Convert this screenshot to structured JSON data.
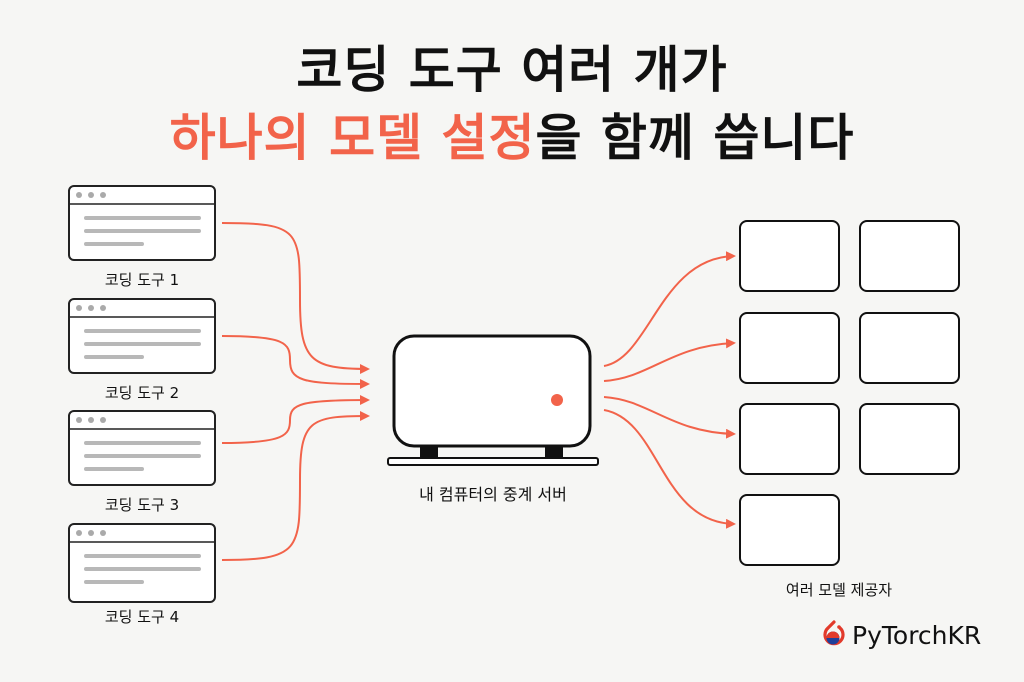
{
  "title": {
    "line1": "코딩 도구 여러 개가",
    "line2_highlight": "하나의 모델 설정",
    "line2_rest": "을 함께 씁니다"
  },
  "tools": [
    "코딩 도구 1",
    "코딩 도구 2",
    "코딩 도구 3",
    "코딩 도구 4"
  ],
  "relay": {
    "label": "내 컴퓨터의 중계 서버"
  },
  "providers": {
    "label": "여러 모델 제공자",
    "box_count": 7
  },
  "brand": {
    "name": "PyTorchKR",
    "logo_icon": "pytorch-flame-logo"
  },
  "colors": {
    "accent": "#f2634a",
    "ink": "#111111",
    "background": "#f6f6f4",
    "bar": "#b8b8b8"
  }
}
